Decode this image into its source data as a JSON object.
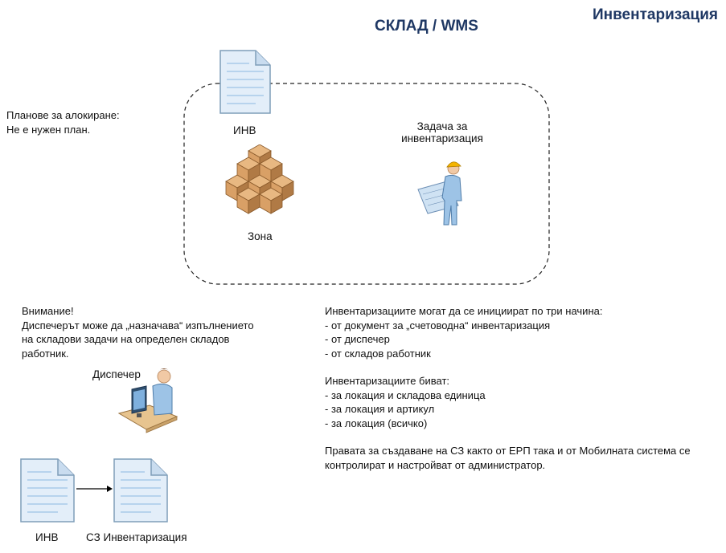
{
  "header": {
    "page_title": "Инвентаризация",
    "diagram_title": "СКЛАД / WMS"
  },
  "plans_note": {
    "lines": [
      "Планове за алокиране:",
      "Не е нужен план."
    ]
  },
  "warehouse_area": {
    "doc_label": "ИНВ",
    "task_label_lines": [
      "Задача за",
      "инвентаризация"
    ],
    "zone_label": "Зона"
  },
  "warning_note": {
    "lines": [
      "Внимание!",
      "Диспечерът може да „назначава“ изпълнението",
      "на  складови задачи на определен складов",
      "работник."
    ]
  },
  "dispatcher": {
    "label": "Диспечер"
  },
  "flow": {
    "source_doc_label": "ИНВ",
    "target_doc_label": "СЗ Инвентаризация"
  },
  "info": {
    "initiation": {
      "heading": "Инвентаризациите могат да се инициират по три начина:",
      "items": [
        "- от документ за „счетоводна“ инвентаризация",
        "- от диспечер",
        "- от складов работник"
      ]
    },
    "types": {
      "heading": "Инвентаризациите биват:",
      "items": [
        "- за локация и складова единица",
        "- за локация и артикул",
        "- за локация (всичко)"
      ]
    },
    "rights": {
      "lines": [
        "Правата за създаване на СЗ както от ЕРП така и от Мобилната система се",
        "контролират и настройват от администратор."
      ]
    }
  },
  "colors": {
    "title": "#1f3864",
    "doc_fill": "#ddebf7",
    "doc_stroke": "#7f9db9",
    "box_face": "#d9a066",
    "box_side": "#b07a45",
    "person_shirt": "#9dc3e6",
    "helmet": "#f4b400"
  },
  "icons": {
    "document": "document-icon",
    "boxes": "boxes-icon",
    "worker": "warehouse-worker-icon",
    "dispatcher": "dispatcher-icon",
    "arrow": "arrow-right-icon"
  }
}
